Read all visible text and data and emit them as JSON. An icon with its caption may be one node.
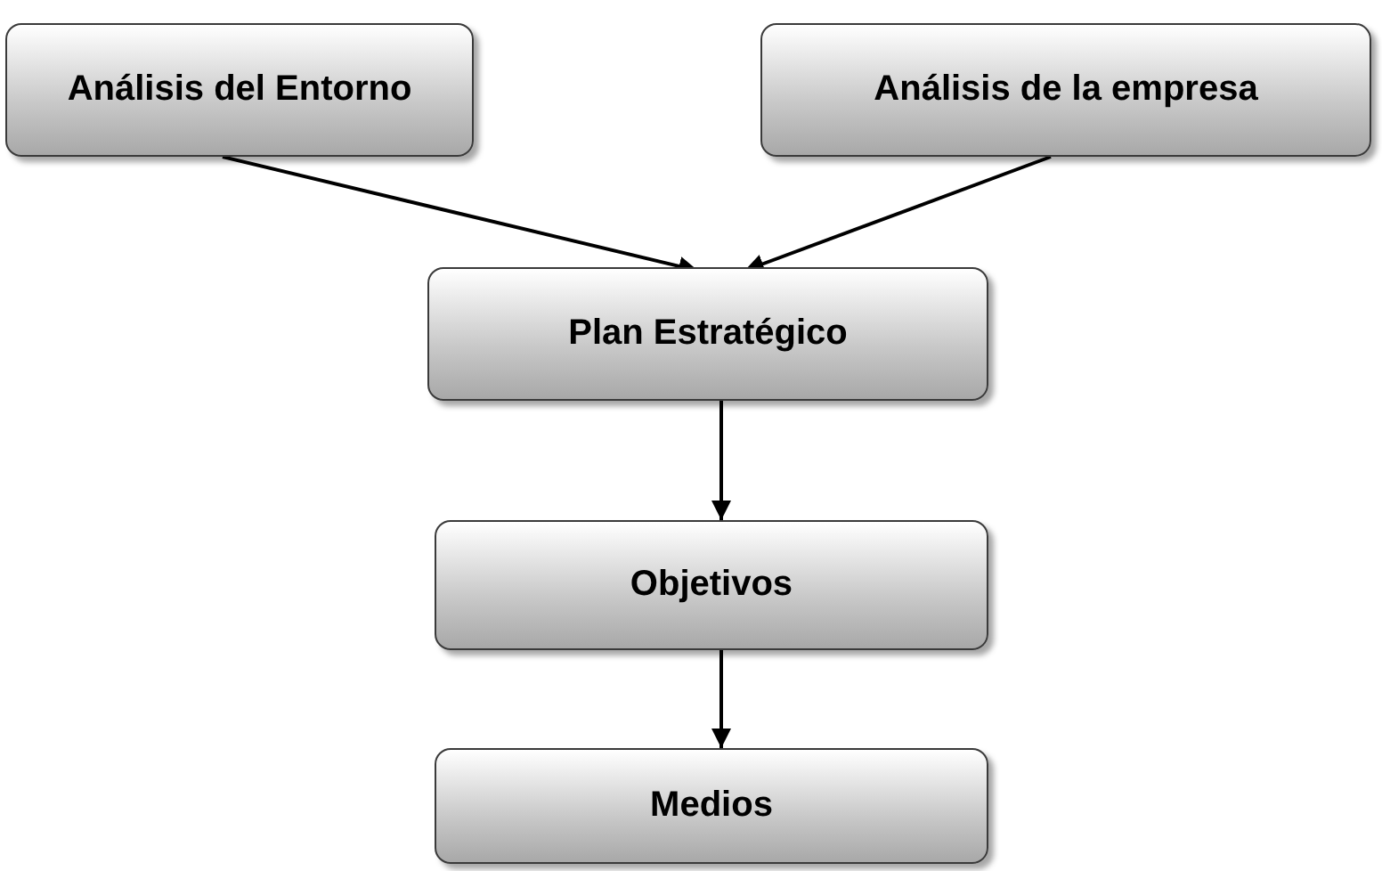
{
  "diagram": {
    "nodes": [
      {
        "text": [
          "Análisis del Entorno"
        ]
      },
      {
        "text": [
          "Análisis de la empresa"
        ]
      },
      {
        "text": [
          "Plan Estratégico"
        ]
      },
      {
        "text": [
          "Objetivos"
        ]
      },
      {
        "text": [
          "Medios"
        ]
      }
    ],
    "edges": [
      {
        "from": 0,
        "to": 2,
        "arrow": "to"
      },
      {
        "from": 1,
        "to": 2,
        "arrow": "to"
      },
      {
        "from": 2,
        "to": 3,
        "arrow": "to"
      },
      {
        "from": 3,
        "to": 4,
        "arrow": "to"
      }
    ]
  }
}
